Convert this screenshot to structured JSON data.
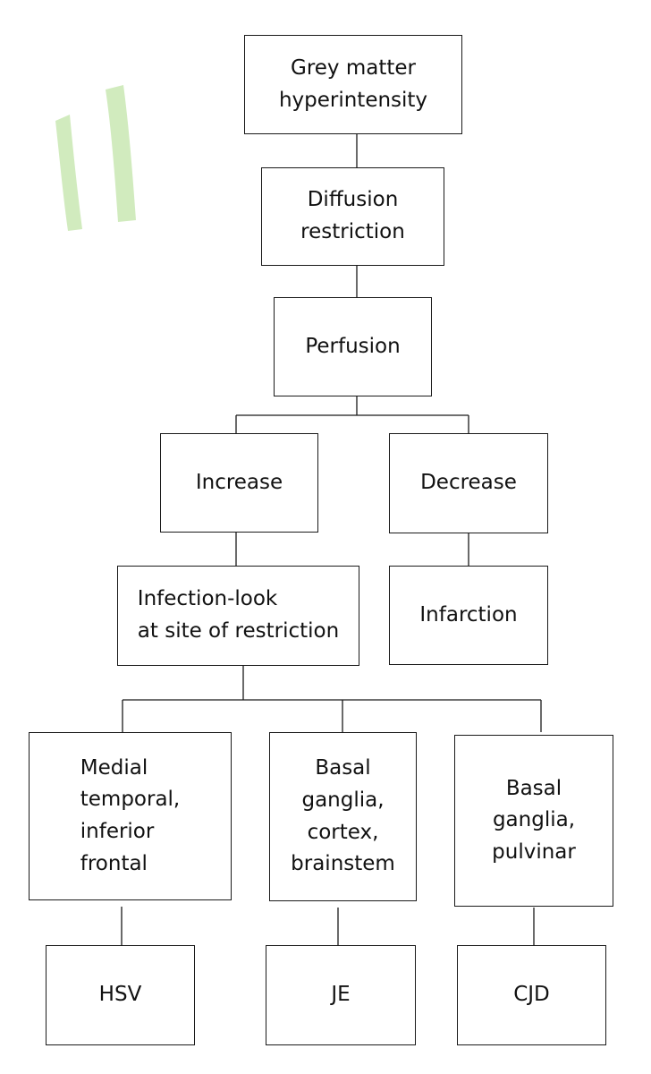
{
  "colors": {
    "box_border": "#1a1a1a",
    "lines": "#1a1a1a",
    "mark": "#c9e7b3"
  },
  "decoration": {
    "icon": "green-double-stroke-mark"
  },
  "nodes": {
    "grey_matter": "Grey matter\nhyperintensity",
    "diffusion": "Diffusion\nrestriction",
    "perfusion": "Perfusion",
    "increase": "Increase",
    "decrease": "Decrease",
    "infection": "Infection-look\nat site of restriction",
    "infarction": "Infarction",
    "medial_temporal": "Medial\ntemporal,\ninferior\nfrontal",
    "basal_cortex": "Basal\nganglia,\ncortex,\nbrainstem",
    "basal_pulvinar": "Basal\nganglia,\npulvinar",
    "hsv": "HSV",
    "je": "JE",
    "cjd": "CJD"
  },
  "edges": [
    [
      "grey_matter",
      "diffusion"
    ],
    [
      "diffusion",
      "perfusion"
    ],
    [
      "perfusion",
      "increase"
    ],
    [
      "perfusion",
      "decrease"
    ],
    [
      "increase",
      "infection"
    ],
    [
      "decrease",
      "infarction"
    ],
    [
      "infection",
      "medial_temporal"
    ],
    [
      "infection",
      "basal_cortex"
    ],
    [
      "infection",
      "basal_pulvinar"
    ],
    [
      "medial_temporal",
      "hsv"
    ],
    [
      "basal_cortex",
      "je"
    ],
    [
      "basal_pulvinar",
      "cjd"
    ]
  ]
}
